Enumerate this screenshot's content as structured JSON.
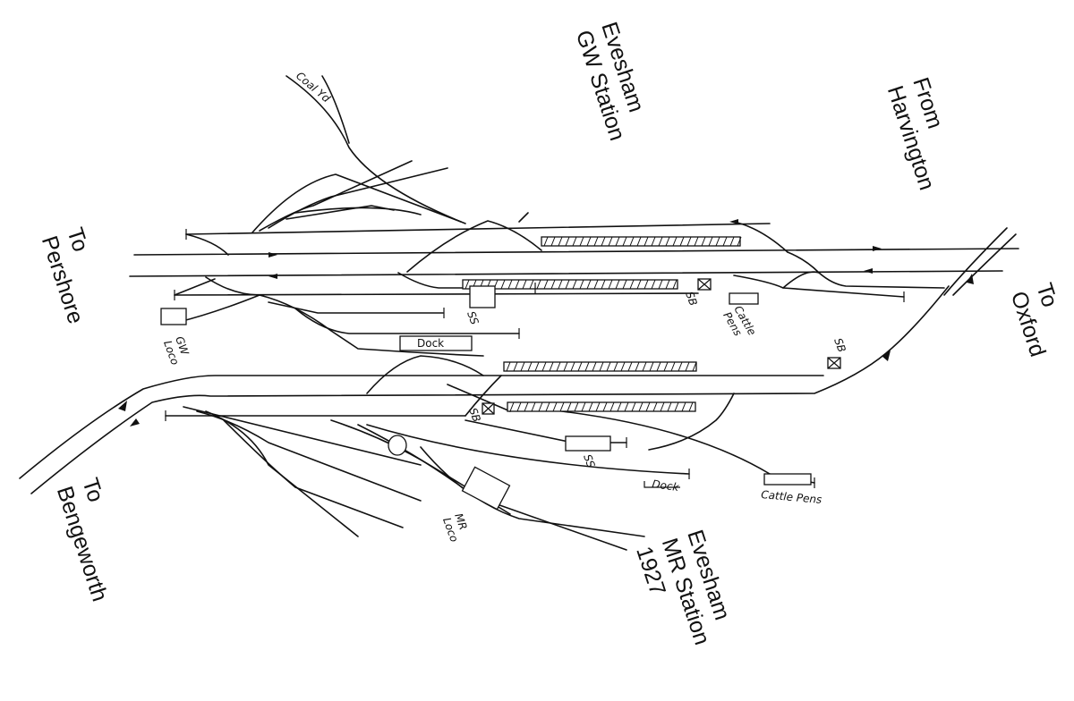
{
  "diagram_labels": {
    "gw_station": [
      "Evesham",
      "GW Station"
    ],
    "from_harvington": [
      "From",
      "Harvington"
    ],
    "to_pershore": [
      "To",
      "Pershore"
    ],
    "to_oxford": [
      "To",
      "Oxford"
    ],
    "to_bengeworth": [
      "To",
      "Bengeworth"
    ],
    "mr_station": [
      "Evesham",
      "MR Station",
      "1927"
    ],
    "coal_yd": "Coal Yd",
    "gw_loco": [
      "GW",
      "Loco"
    ],
    "ss_gw": "SS",
    "sb_gw": "SB",
    "cattle_pens_gw": [
      "Cattle",
      "Pens"
    ],
    "dock_gw": "Dock",
    "sb_oxford": "SB",
    "sb_mr": "SB",
    "ss_mr": "SS",
    "mr_loco": [
      "MR",
      "Loco"
    ],
    "dock_mr": "Dock",
    "cattle_pens_mr": "Cattle Pens"
  }
}
